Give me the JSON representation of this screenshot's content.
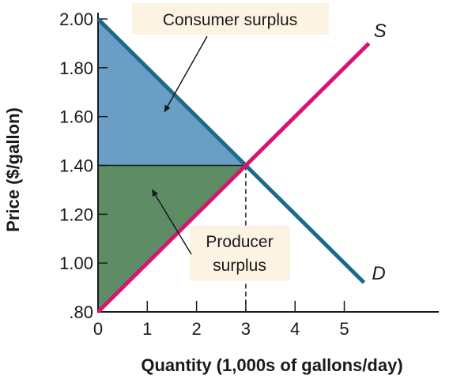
{
  "chart_data": {
    "type": "line",
    "xlabel": "Quantity (1,000s of gallons/day)",
    "ylabel": "Price ($/gallon)",
    "xlim": [
      0,
      7
    ],
    "ylim": [
      0.8,
      2.0
    ],
    "x_ticks": [
      0,
      1,
      2,
      3,
      4,
      5
    ],
    "y_ticks": [
      0.8,
      1.0,
      1.2,
      1.4,
      1.6,
      1.8,
      2.0
    ],
    "x_tick_labels": [
      "0",
      "1",
      "2",
      "3",
      "4",
      "5"
    ],
    "y_tick_labels": [
      ".80",
      "1.00",
      "1.20",
      "1.40",
      "1.60",
      "1.80",
      "2.00"
    ],
    "series": [
      {
        "name": "S",
        "x": [
          0,
          5.5
        ],
        "y": [
          0.8,
          1.9
        ],
        "color": "#d6166e"
      },
      {
        "name": "D",
        "x": [
          0,
          5.4
        ],
        "y": [
          2.0,
          0.92
        ],
        "color": "#1c6a8a"
      }
    ],
    "equilibrium": {
      "x": 3,
      "y": 1.4
    },
    "regions": [
      {
        "name": "Consumer surplus",
        "points": [
          [
            0,
            2.0
          ],
          [
            0,
            1.4
          ],
          [
            3,
            1.4
          ]
        ],
        "color": "#6a9ec4"
      },
      {
        "name": "Producer surplus",
        "points": [
          [
            0,
            1.4
          ],
          [
            0,
            0.8
          ],
          [
            3,
            1.4
          ]
        ],
        "color": "#5e8c64"
      }
    ],
    "annotations": [
      {
        "text": "Consumer surplus",
        "points_to": [
          1.35,
          1.62
        ]
      },
      {
        "text_lines": [
          "Producer",
          "surplus"
        ],
        "points_to": [
          1.1,
          1.3
        ]
      }
    ],
    "grid": false
  }
}
